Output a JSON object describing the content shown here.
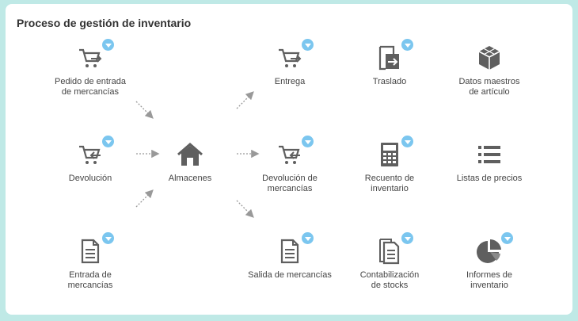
{
  "title": "Proceso de gestión de inventario",
  "nodes": {
    "pedido": "Pedido de entrada\nde mercancías",
    "devolucion": "Devolución",
    "entrada": "Entrada de\nmercancías",
    "almacenes": "Almacenes",
    "entrega": "Entrega",
    "devolucion_mercancias": "Devolución de\nmercancías",
    "salida": "Salida de mercancías",
    "traslado": "Traslado",
    "recuento": "Recuento de\ninventario",
    "contabilizacion": "Contabilización\nde stocks",
    "datos_maestros": "Datos maestros\nde artículo",
    "listas_precios": "Listas de precios",
    "informes": "Informes de\ninventario"
  },
  "icons": {
    "pedido": "cart-out-icon",
    "devolucion": "cart-return-icon",
    "entrada": "document-icon",
    "almacenes": "warehouse-icon",
    "entrega": "cart-out-icon",
    "devolucion_mercancias": "cart-return-icon",
    "salida": "document-icon",
    "traslado": "transfer-icon",
    "recuento": "calculator-icon",
    "contabilizacion": "documents-icon",
    "datos_maestros": "cube-icon",
    "listas_precios": "list-icon",
    "informes": "pie-chart-icon"
  },
  "colors": {
    "icon": "#5f5f5f",
    "badge": "#7bc6ef",
    "arrow": "#999999",
    "panel": "#ffffff",
    "background": "#bfe9e6"
  }
}
